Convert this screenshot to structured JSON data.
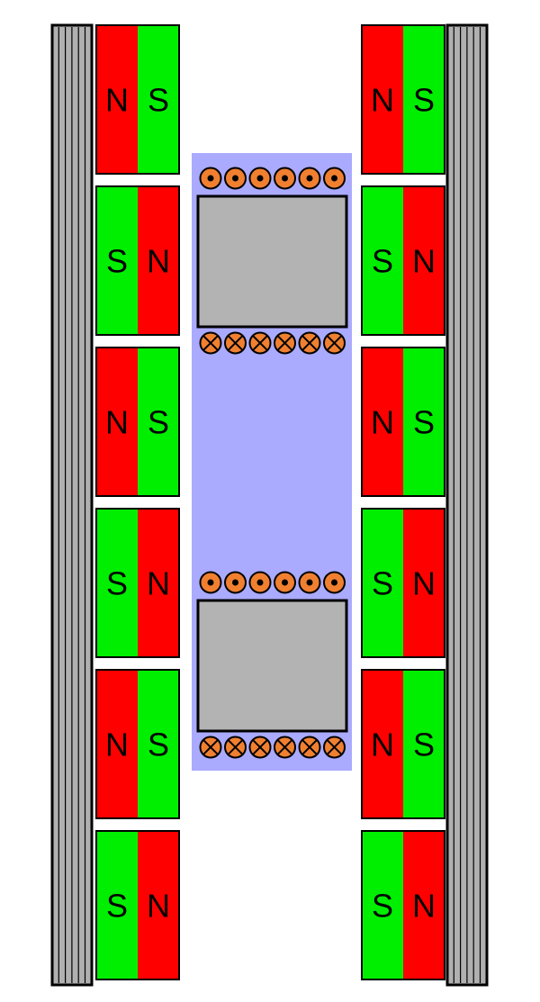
{
  "colors": {
    "north": "#ff0000",
    "south": "#00ee00",
    "mover": "#aaaaff",
    "coil_core": "#b3b3b3",
    "conductor": "#f08030",
    "back_iron": "#b0b0b0",
    "outline": "#000000"
  },
  "poles": {
    "north_label": "N",
    "south_label": "S"
  },
  "magnet_columns": {
    "left": [
      "NS",
      "SN",
      "NS",
      "SN",
      "NS",
      "SN"
    ],
    "right": [
      "NS",
      "SN",
      "NS",
      "SN",
      "NS",
      "SN"
    ]
  },
  "coils": {
    "count": 2,
    "conductors_per_row": 6,
    "top_row_current": "out-of-page",
    "bottom_row_current": "into-page"
  }
}
